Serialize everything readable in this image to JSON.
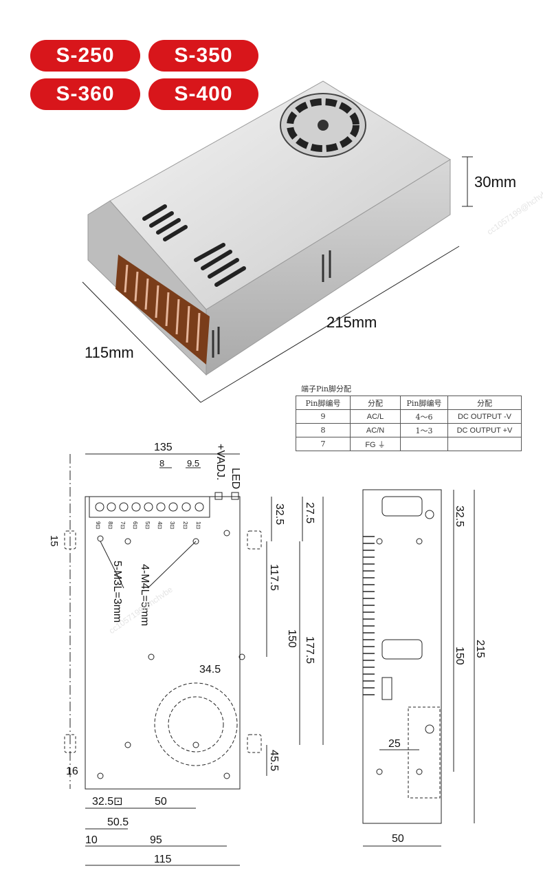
{
  "models": [
    "S-250",
    "S-350",
    "S-360",
    "S-400"
  ],
  "photo_dims": {
    "height": "30mm",
    "length": "215mm",
    "width": "115mm"
  },
  "pin_table": {
    "caption": "端子Pin脚分配",
    "headers": [
      "Pin脚编号",
      "分配",
      "Pin脚编号",
      "分配"
    ],
    "rows": [
      [
        "9",
        "AC/L",
        "4～6",
        "DC OUTPUT -V"
      ],
      [
        "8",
        "AC/N",
        "1～3",
        "DC OUTPUT +V"
      ],
      [
        "7",
        "FG ⏚",
        "",
        ""
      ]
    ]
  },
  "front_view": {
    "top_dims": [
      "135",
      "8",
      "9.5"
    ],
    "labels": {
      "vadj": "+VADJ.",
      "led": "LED"
    },
    "terminals": [
      "9⊡",
      "8⊡",
      "7⊡",
      "6⊡",
      "5⊡",
      "4⊡",
      "3⊡",
      "2⊡",
      "1⊡"
    ],
    "holes_m3": "5-M3L=3mm",
    "holes_m4": "4-M4L=5mm",
    "right_dims": [
      "32.5",
      "27.5",
      "117.5",
      "150",
      "177.5",
      "45.5"
    ],
    "left_dims": [
      "15",
      "16"
    ],
    "inner_dim": "34.5",
    "bottom_dims": [
      "32.5⊡",
      "50",
      "50.5",
      "10",
      "95",
      "115"
    ]
  },
  "side_view": {
    "dims": [
      "32.5",
      "150",
      "215",
      "25",
      "50"
    ]
  },
  "watermark": "cc1057199@hchvbe"
}
